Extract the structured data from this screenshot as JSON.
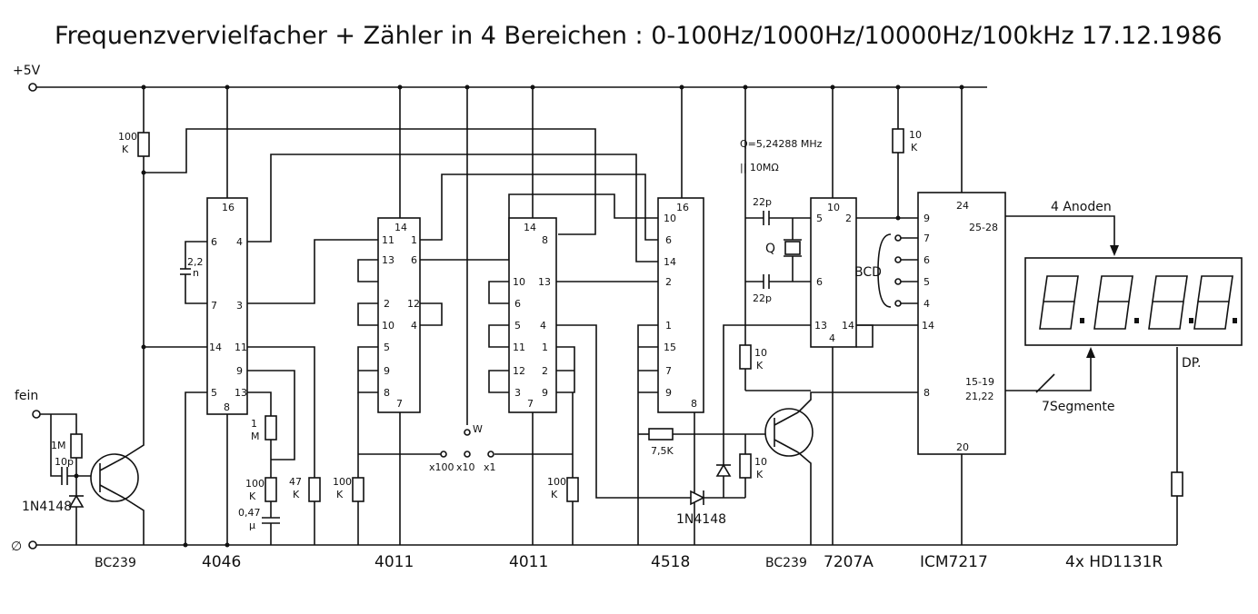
{
  "title": "Frequenzvervielfacher + Zähler in 4 Bereichen : 0-100Hz/1000Hz/10000Hz/100kHz",
  "date": "17.12.1986",
  "rails": {
    "vcc": "+5V",
    "gnd": "∅",
    "input": "fein"
  },
  "chips": {
    "u4046": {
      "name": "4046",
      "pins": [
        "16",
        "6",
        "4",
        "3",
        "7",
        "14",
        "11",
        "9",
        "13",
        "5",
        "8"
      ]
    },
    "u4011a": {
      "name": "4011",
      "pins": [
        "14",
        "11",
        "1",
        "13",
        "12",
        "6",
        "2",
        "10",
        "4",
        "5",
        "9",
        "8",
        "7"
      ]
    },
    "u4011b": {
      "name": "4011",
      "pins": [
        "14",
        "8",
        "10",
        "13",
        "6",
        "5",
        "4",
        "11",
        "1",
        "12",
        "2",
        "3",
        "9",
        "7"
      ]
    },
    "u4518": {
      "name": "4518",
      "pins": [
        "16",
        "10",
        "6",
        "14",
        "2",
        "1",
        "15",
        "7",
        "9",
        "8"
      ]
    },
    "u7207": {
      "name": "7207A",
      "pins": [
        "10",
        "5",
        "2",
        "6",
        "13",
        "14",
        "4"
      ]
    },
    "u7217": {
      "name": "ICM7217",
      "pins": [
        "24",
        "9",
        "7",
        "6",
        "5",
        "4",
        "14",
        "25-28",
        "15-19",
        "21,22",
        "8",
        "20"
      ]
    },
    "display": {
      "name": "4x HD1131R"
    }
  },
  "components": {
    "r_100k_top": [
      "100",
      "K"
    ],
    "r_1m_in": "1M",
    "c_10p": "10p",
    "d_in": "1N4148",
    "t1": "BC239",
    "c_22n": [
      "2,2",
      "n"
    ],
    "r_1m_loop": [
      "1",
      "M"
    ],
    "r_100k_loop": [
      "100",
      "K"
    ],
    "c_047": [
      "0,47",
      "μ"
    ],
    "r_47k": [
      "47",
      "K"
    ],
    "r_100k_a": [
      "100",
      "K"
    ],
    "r_100k_b": [
      "100",
      "K"
    ],
    "range_switch": {
      "wiper": "W",
      "positions": [
        "x100",
        "x10",
        "x1"
      ]
    },
    "r_75k": "7,5K",
    "d_out": "1N4148",
    "r_10k_t2": [
      "10",
      "K"
    ],
    "t2": "BC239",
    "r_10k_7207": [
      "10",
      "K"
    ],
    "crystal": {
      "freq": "Q=5,24288 MHz",
      "par": "|| 10MΩ",
      "ref": "Q"
    },
    "c_22p_top": "22p",
    "c_22p_bot": "22p",
    "r_10k_top": [
      "10",
      "K"
    ],
    "bcd": "BCD",
    "anodes": "4 Anoden",
    "segments": "7Segmente",
    "dp": "DP."
  }
}
